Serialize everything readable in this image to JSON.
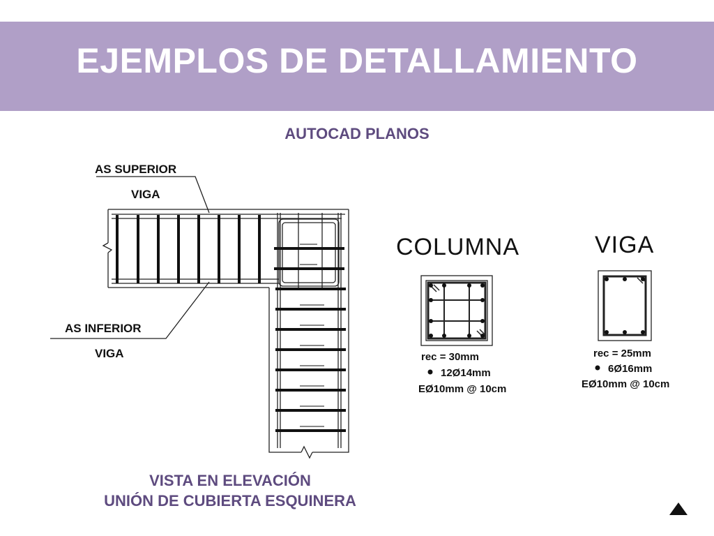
{
  "slide": {
    "title": "EJEMPLOS DE DETALLAMIENTO",
    "subtitle": "AUTOCAD PLANOS",
    "banner_color": "#b09fc7",
    "accent_color": "#5e4b7f"
  },
  "elevation": {
    "label_top_line1": "AS SUPERIOR",
    "label_top_line2": "VIGA",
    "label_bottom_line1": "AS  INFERIOR",
    "label_bottom_line2": "VIGA",
    "caption_line1": "VISTA EN ELEVACIÓN",
    "caption_line2": "UNIÓN DE CUBIERTA ESQUINERA"
  },
  "column_section": {
    "title": "COLUMNA",
    "rec": "rec = 30mm",
    "bars": "12Ø14mm",
    "stirrups": "EØ10mm @ 10cm"
  },
  "beam_section": {
    "title": "VIGA",
    "rec": "rec = 25mm",
    "bars": "6Ø16mm",
    "stirrups": "EØ10mm @ 10cm"
  },
  "navigation": {
    "icon": "triangle-up-icon"
  }
}
